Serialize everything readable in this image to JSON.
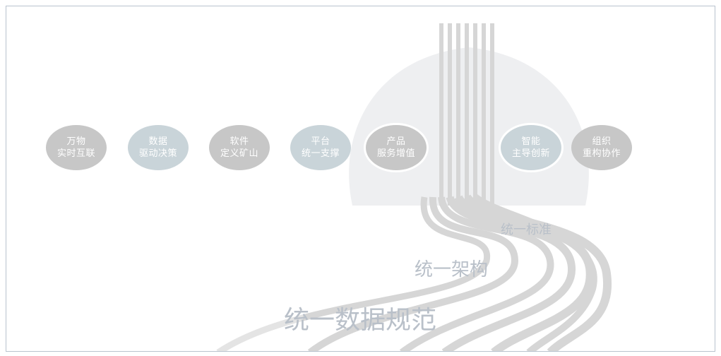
{
  "circles": [
    {
      "line1": "万物",
      "line2": "实时互联",
      "tone": "gray"
    },
    {
      "line1": "数据",
      "line2": "驱动决策",
      "tone": "blue"
    },
    {
      "line1": "软件",
      "line2": "定义矿山",
      "tone": "gray"
    },
    {
      "line1": "平台",
      "line2": "统一支撑",
      "tone": "blue"
    },
    {
      "line1": "产品",
      "line2": "服务增值",
      "tone": "gray"
    },
    {
      "line1": "智能",
      "line2": "主导创新",
      "tone": "blue"
    },
    {
      "line1": "组织",
      "line2": "重构协作",
      "tone": "gray"
    }
  ],
  "road_labels": {
    "standard": "统一标准",
    "architecture": "统一架构",
    "data_spec": "统一数据规范"
  },
  "colors": {
    "gray_circle": "#c7c7c7",
    "blue_circle": "#c9d4d9",
    "arch_background": "#eeeff1",
    "road_stripes": "#d6d6d6",
    "label_text": "#b9c0c9",
    "frame_border": "#b9c3ce"
  }
}
